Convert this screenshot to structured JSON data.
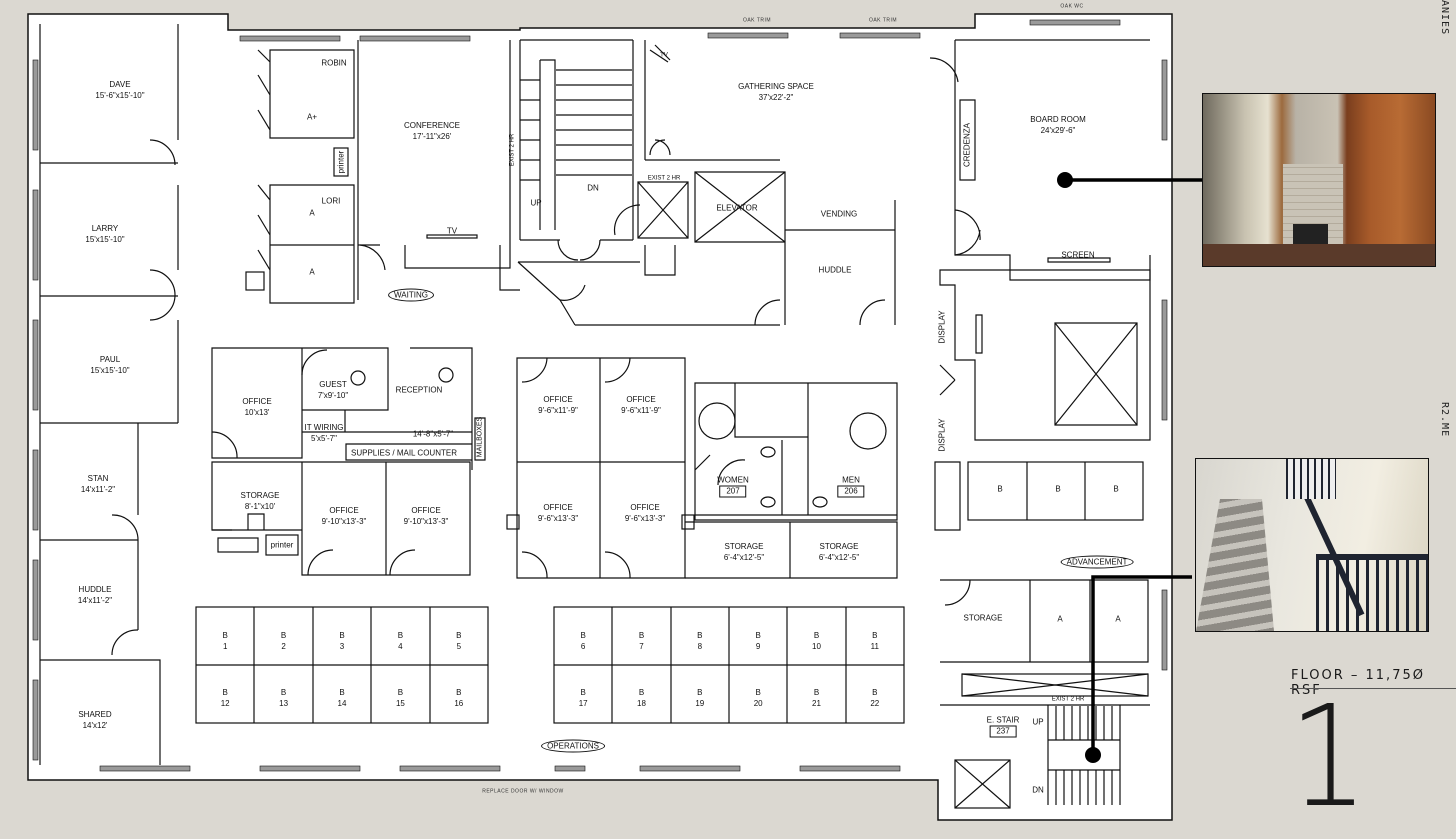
{
  "side_text": {
    "top": "ANIES",
    "middle": "R2.ME"
  },
  "floor": {
    "label": "FLOOR – 11,75Ø RSF",
    "number": "1"
  },
  "annotations": {
    "oak_trim_1": "OAK TRIM",
    "oak_trim_2": "OAK TRIM",
    "oak_wc": "OAK WC",
    "replace_door": "REPLACE DOOR W/ WINDOW"
  },
  "rooms": {
    "dave": {
      "name": "DAVE",
      "size": "15'-6\"x15'-10\""
    },
    "larry": {
      "name": "LARRY",
      "size": "15'x15'-10\""
    },
    "paul": {
      "name": "PAUL",
      "size": "15'x15'-10\""
    },
    "stan": {
      "name": "STAN",
      "size": "14'x11'-2\""
    },
    "huddle_w": {
      "name": "HUDDLE",
      "size": "14'x11'-2\""
    },
    "shared": {
      "name": "SHARED",
      "size": "14'x12'"
    },
    "robin": {
      "name": "ROBIN",
      "grade": "A+"
    },
    "lori": {
      "name": "LORI",
      "grade": "A"
    },
    "office_a": {
      "grade": "A"
    },
    "printer_1": "printer",
    "printer_2": "printer",
    "conference": {
      "name": "CONFERENCE",
      "size": "17'-11\"x26'",
      "tv": "TV"
    },
    "waiting": "WAITING",
    "exist_2hr": "EXIST 2 HR",
    "stair_up": "UP",
    "stair_dn": "DN",
    "gathering": {
      "name": "GATHERING SPACE",
      "size": "37'x22'-2\"",
      "tv": "TV"
    },
    "elevator": "ELEVATOR",
    "vending": "VENDING",
    "huddle_c": "HUDDLE",
    "credenza": "CREDENZA",
    "board_room": {
      "name": "BOARD ROOM",
      "size": "24'x29'-6\"",
      "screen": "SCREEN"
    },
    "display": "DISPLAY",
    "office_10x13": {
      "name": "OFFICE",
      "size": "10'x13'"
    },
    "guest": {
      "name": "GUEST",
      "size": "7'x9'-10\""
    },
    "reception": "RECEPTION",
    "it_wiring": {
      "name": "IT WIRING",
      "size": "5'x5'-7\""
    },
    "counter_size": "14'-8\"x5'-7\"",
    "supplies": "SUPPLIES / MAIL COUNTER",
    "mailboxes": "MAILBOXES",
    "storage_w": {
      "name": "STORAGE",
      "size": "8'-1\"x10'"
    },
    "office_name": "OFFICE",
    "office_9_10": "9'-10\"x13'-3\"",
    "office_9_6_11": "9'-6\"x11'-9\"",
    "office_9_6_13": "9'-6\"x13'-3\"",
    "women": {
      "name": "WOMEN",
      "number": "207"
    },
    "men": {
      "name": "MEN",
      "number": "206"
    },
    "storage_c": {
      "name": "STORAGE",
      "size": "6'-4\"x12'-5\""
    },
    "advancement": "ADVANCEMENT",
    "storage_e": "STORAGE",
    "e_stair": {
      "name": "E. STAIR",
      "number": "237"
    },
    "operations": "OPERATIONS"
  },
  "workstations": {
    "prefix": "B",
    "left_top": [
      "1",
      "2",
      "3",
      "4",
      "5"
    ],
    "left_bottom": [
      "12",
      "13",
      "14",
      "15",
      "16"
    ],
    "right_top": [
      "6",
      "7",
      "8",
      "9",
      "10",
      "11"
    ],
    "right_bottom": [
      "17",
      "18",
      "19",
      "20",
      "21",
      "22"
    ],
    "east_row": [
      "B",
      "B",
      "B"
    ]
  },
  "photos": {
    "board_room": "board-room-fireplace-photo",
    "stair": "staircase-photo"
  },
  "colors": {
    "background": "#dbd8d1",
    "plan_fill": "#ffffff",
    "line": "#111111",
    "window": "#9a9a9a"
  }
}
